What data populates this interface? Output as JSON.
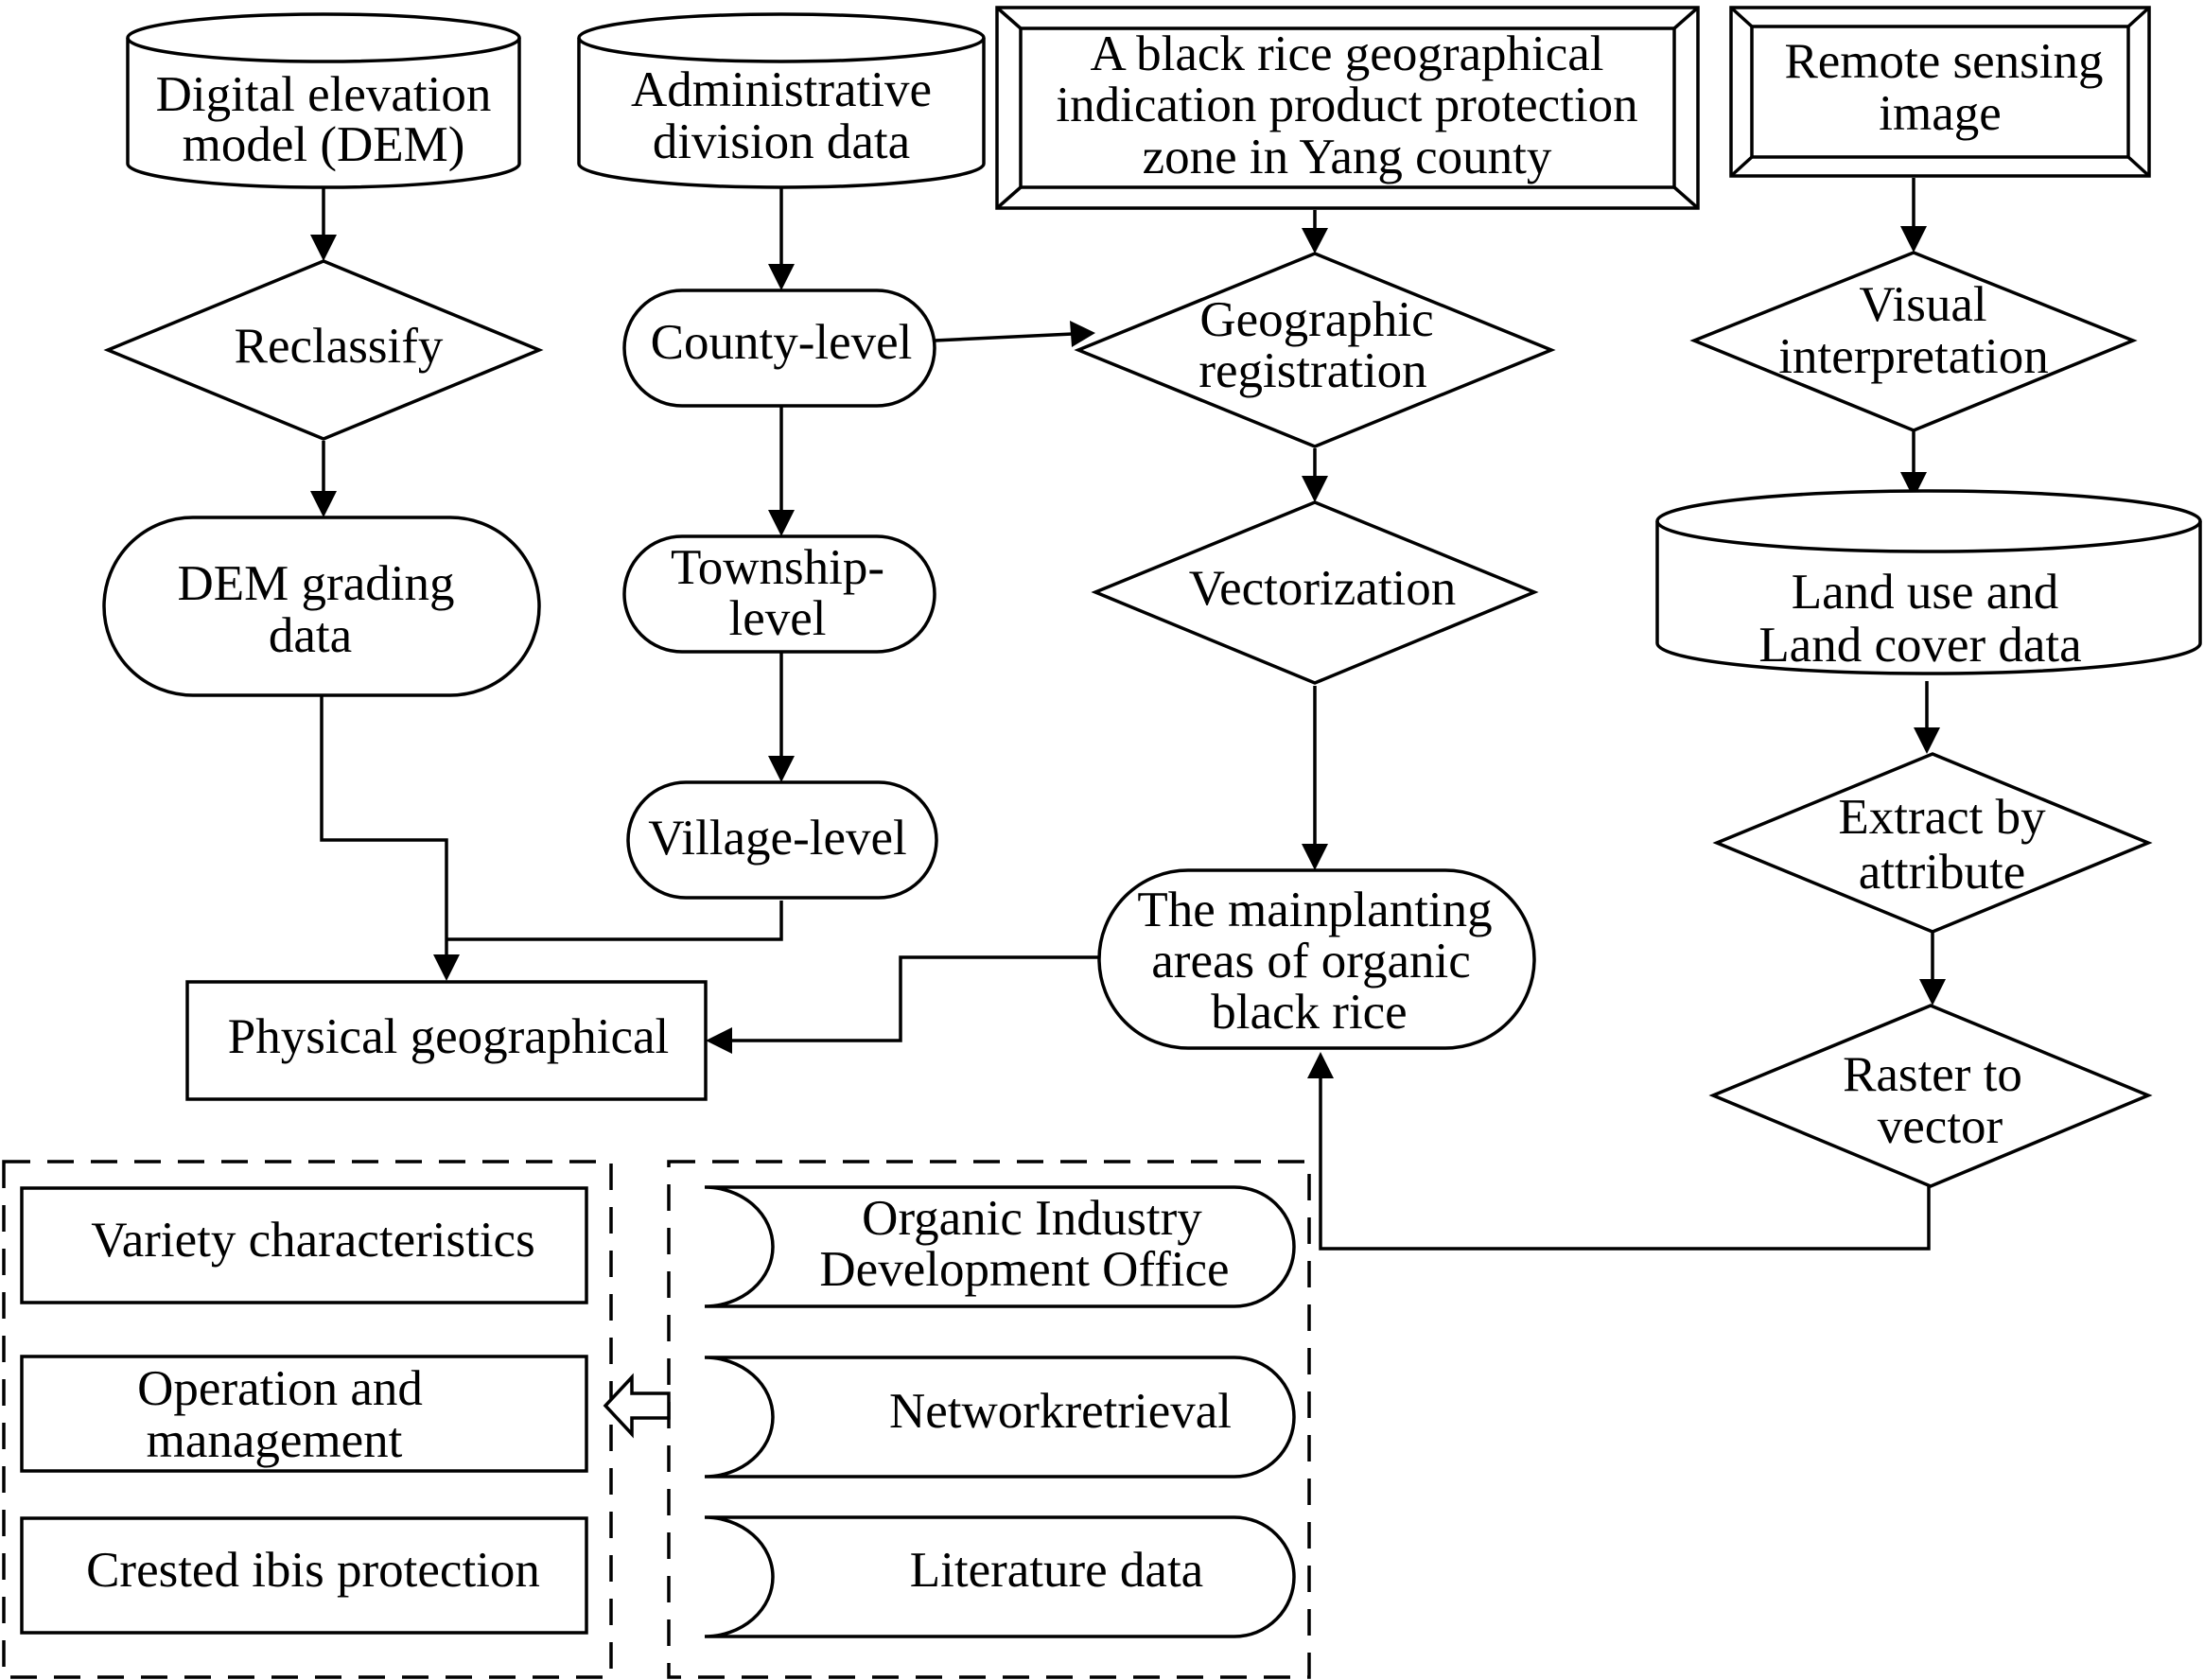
{
  "nodes": {
    "dem": [
      "Digital elevation",
      "model (DEM)"
    ],
    "admin": [
      "Administrative",
      "division data"
    ],
    "zone": [
      "A black rice geographical",
      "indication product protection",
      "zone in Yang county"
    ],
    "rs": [
      "Remote sensing",
      "image"
    ],
    "reclassify": [
      "Reclassify"
    ],
    "county": [
      "County-level"
    ],
    "georeg": [
      "Geographic",
      "registration"
    ],
    "visual": [
      "Visual",
      "interpretation"
    ],
    "dem_grading": [
      "DEM grading",
      "data"
    ],
    "township": [
      "Township-",
      "level"
    ],
    "vectorization": [
      "Vectorization"
    ],
    "landuse": [
      "Land use and",
      "Land cover data"
    ],
    "village": [
      "Village-level"
    ],
    "extract": [
      "Extract by",
      "attribute"
    ],
    "main_areas": [
      "The mainplanting",
      "areas of organic",
      "black rice"
    ],
    "physical": [
      "Physical geographical"
    ],
    "raster": [
      "Raster to",
      "vector"
    ],
    "variety": [
      "Variety characteristics"
    ],
    "operation": [
      "Operation and",
      "management"
    ],
    "ibis": [
      "Crested ibis protection"
    ],
    "organic_office": [
      "Organic Industry",
      "Development Office"
    ],
    "network": [
      "Networkretrieval"
    ],
    "literature": [
      "Literature data"
    ]
  }
}
